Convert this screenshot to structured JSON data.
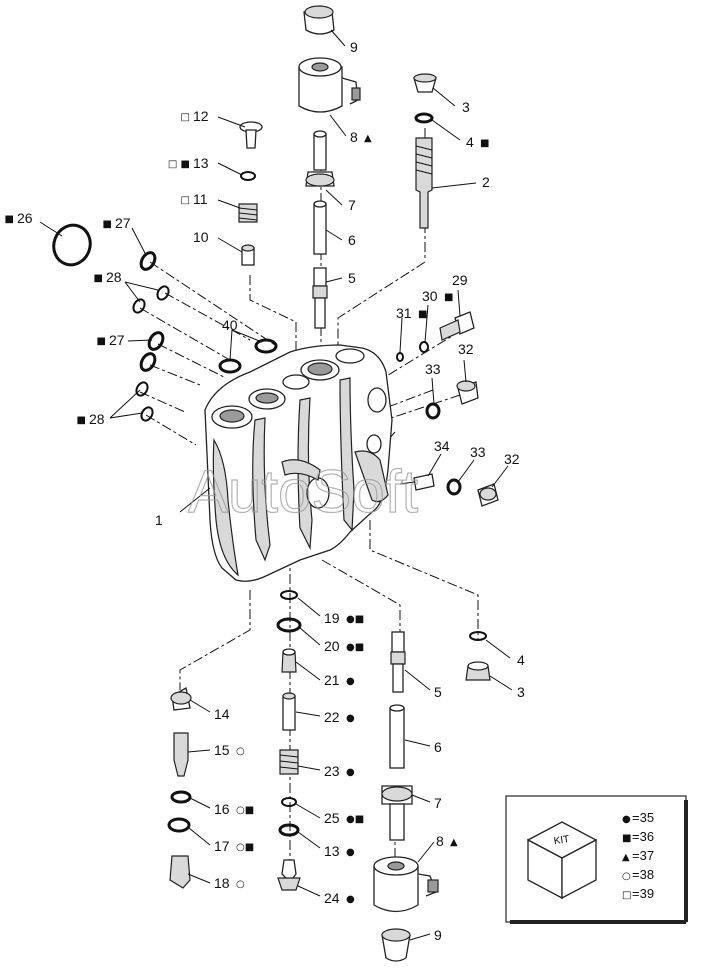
{
  "watermark": "AutoSoft",
  "callouts": [
    {
      "id": "c-9-top",
      "label": "9",
      "marks": ""
    },
    {
      "id": "c-8-top",
      "label": "8",
      "marks": "▲"
    },
    {
      "id": "c-3-top",
      "label": "3",
      "marks": ""
    },
    {
      "id": "c-4-top",
      "label": "4",
      "marks": "■"
    },
    {
      "id": "c-2",
      "label": "2",
      "marks": ""
    },
    {
      "id": "c-12",
      "label": "12",
      "marks": "□",
      "left": true
    },
    {
      "id": "c-13-top",
      "label": "13",
      "marks": "□ ■",
      "left": true
    },
    {
      "id": "c-11",
      "label": "11",
      "marks": "□",
      "left": true
    },
    {
      "id": "c-10",
      "label": "10",
      "marks": "",
      "left": true
    },
    {
      "id": "c-7-top",
      "label": "7",
      "marks": ""
    },
    {
      "id": "c-6-top",
      "label": "6",
      "marks": ""
    },
    {
      "id": "c-5-top",
      "label": "5",
      "marks": ""
    },
    {
      "id": "c-26",
      "label": "26",
      "marks": "■",
      "left": true
    },
    {
      "id": "c-27-a",
      "label": "27",
      "marks": "■",
      "left": true
    },
    {
      "id": "c-28-a",
      "label": "28",
      "marks": "■",
      "left": true
    },
    {
      "id": "c-40",
      "label": "40",
      "marks": ""
    },
    {
      "id": "c-27-b",
      "label": "27",
      "marks": "■",
      "left": true
    },
    {
      "id": "c-28-b",
      "label": "28",
      "marks": "■",
      "left": true
    },
    {
      "id": "c-31",
      "label": "31",
      "marks": "■"
    },
    {
      "id": "c-30",
      "label": "30",
      "marks": "■"
    },
    {
      "id": "c-29",
      "label": "29",
      "marks": ""
    },
    {
      "id": "c-32-a",
      "label": "32",
      "marks": ""
    },
    {
      "id": "c-33-a",
      "label": "33",
      "marks": ""
    },
    {
      "id": "c-34",
      "label": "34",
      "marks": ""
    },
    {
      "id": "c-33-b",
      "label": "33",
      "marks": ""
    },
    {
      "id": "c-32-b",
      "label": "32",
      "marks": ""
    },
    {
      "id": "c-1",
      "label": "1",
      "marks": "",
      "left": true
    },
    {
      "id": "c-19",
      "label": "19",
      "marks": "●■"
    },
    {
      "id": "c-20",
      "label": "20",
      "marks": "●■"
    },
    {
      "id": "c-21",
      "label": "21",
      "marks": "●"
    },
    {
      "id": "c-22",
      "label": "22",
      "marks": "●"
    },
    {
      "id": "c-23",
      "label": "23",
      "marks": "●"
    },
    {
      "id": "c-25",
      "label": "25",
      "marks": "●■"
    },
    {
      "id": "c-13-bot",
      "label": "13",
      "marks": "●"
    },
    {
      "id": "c-24",
      "label": "24",
      "marks": "●"
    },
    {
      "id": "c-14",
      "label": "14",
      "marks": ""
    },
    {
      "id": "c-15",
      "label": "15",
      "marks": "○"
    },
    {
      "id": "c-16",
      "label": "16",
      "marks": "○■"
    },
    {
      "id": "c-17",
      "label": "17",
      "marks": "○■"
    },
    {
      "id": "c-18",
      "label": "18",
      "marks": "○"
    },
    {
      "id": "c-4-bot",
      "label": "4",
      "marks": ""
    },
    {
      "id": "c-3-bot",
      "label": "3",
      "marks": ""
    },
    {
      "id": "c-5-bot",
      "label": "5",
      "marks": ""
    },
    {
      "id": "c-6-bot",
      "label": "6",
      "marks": ""
    },
    {
      "id": "c-7-bot",
      "label": "7",
      "marks": ""
    },
    {
      "id": "c-8-bot",
      "label": "8",
      "marks": "▲"
    },
    {
      "id": "c-9-bot",
      "label": "9",
      "marks": ""
    }
  ],
  "kit_legend": {
    "cube_label": "KIT",
    "entries": [
      {
        "symbol": "●",
        "text": "=35"
      },
      {
        "symbol": "■",
        "text": "=36"
      },
      {
        "symbol": "▲",
        "text": "=37"
      },
      {
        "symbol": "○",
        "text": "=38"
      },
      {
        "symbol": "□",
        "text": "=39"
      }
    ]
  }
}
